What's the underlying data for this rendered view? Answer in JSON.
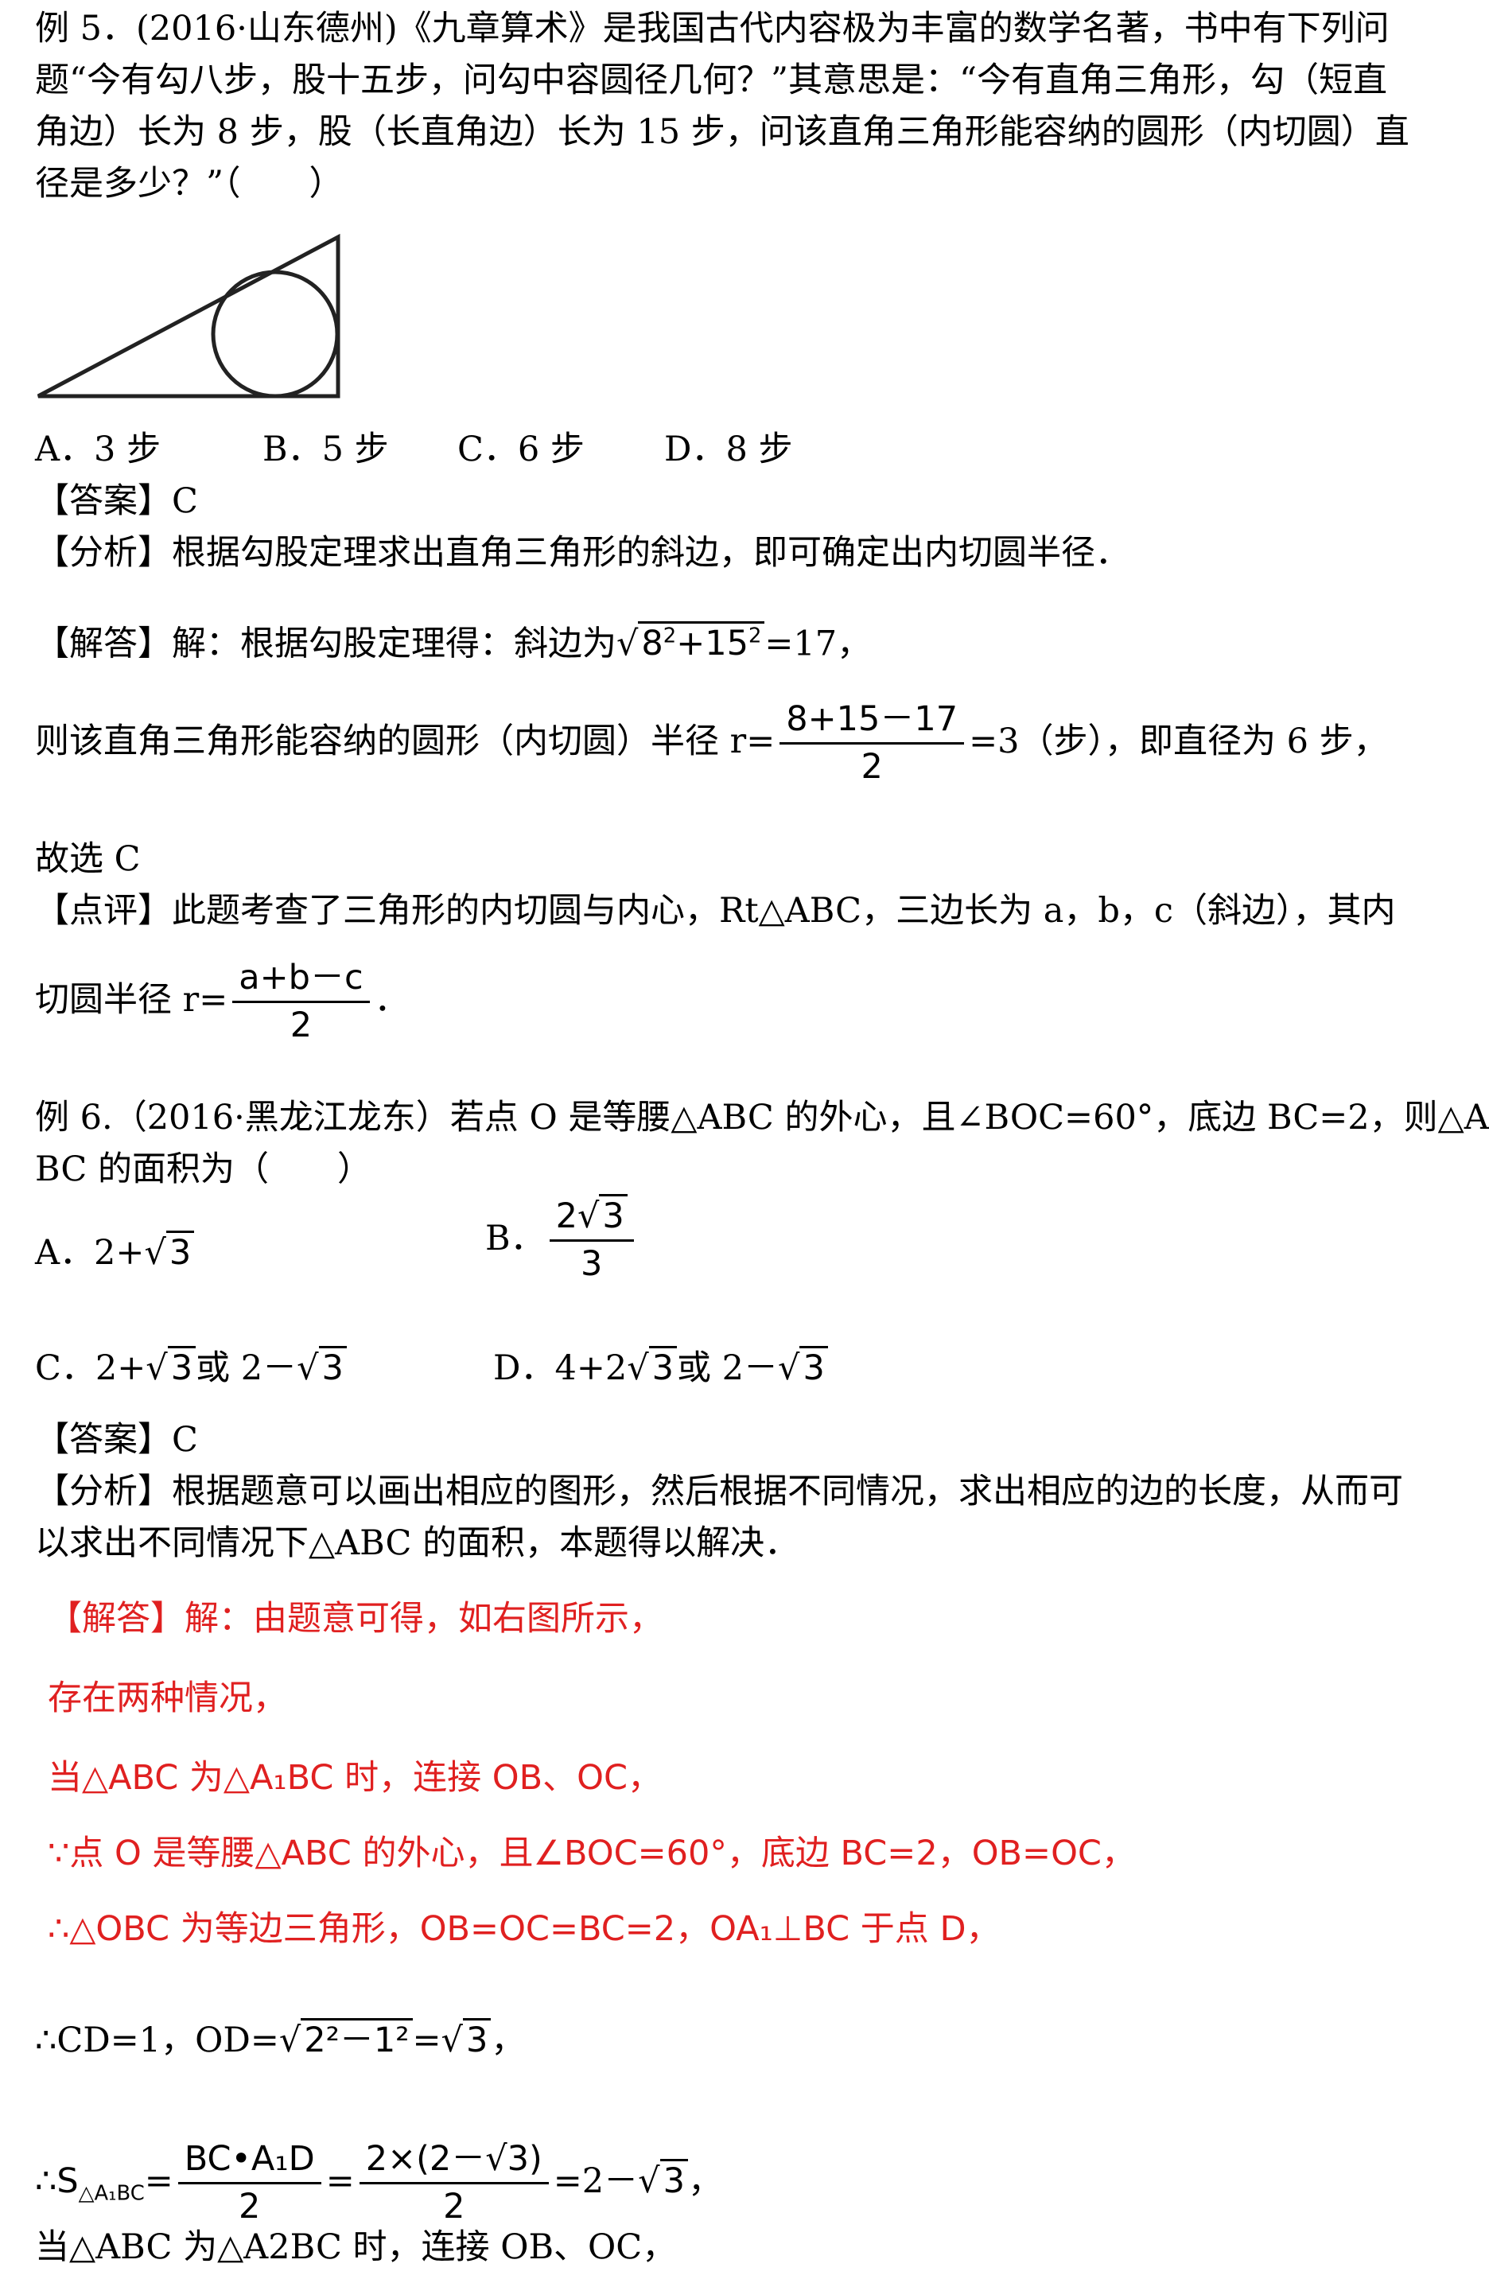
{
  "example5": {
    "line1": "例 5．(2016·山东德州)《九章算术》是我国古代内容极为丰富的数学名著，书中有下列问",
    "line2": "题“今有勾八步，股十五步，问勾中容圆径几何？”其意思是：“今有直角三角形，勾（短直",
    "line3": "角边）长为 8 步，股（长直角边）长为 15 步，问该直角三角形能容纳的圆形（内切圆）直",
    "line4": "径是多少？”（　　）",
    "options": [
      "A．3 步",
      "B．5 步",
      "C．6 步",
      "D．8 步"
    ],
    "answer": "【答案】C",
    "analysis": "【分析】根据勾股定理求出直角三角形的斜边，即可确定出内切圆半径．",
    "solution_prefix": "【解答】解：根据勾股定理得：斜边为",
    "solution_radicand_a": "8",
    "solution_radicand_b": "+15",
    "solution_suffix": "=17，",
    "radius_prefix": "则该直角三角形能容纳的圆形（内切圆）半径 r=",
    "radius_num": "8+15－17",
    "radius_den": "2",
    "radius_suffix": "=3（步），即直径为 6 步，",
    "choose": "故选 C",
    "comment": "【点评】此题考查了三角形的内切圆与内心，Rt△ABC，三边长为 a，b，c（斜边），其内",
    "comment2_prefix": "切圆半径 r=",
    "comment2_num": "a+b－c",
    "comment2_den": "2",
    "comment2_suffix": "．"
  },
  "example6": {
    "line1": "例 6.（2016·黑龙江龙东）若点 O 是等腰△ABC 的外心，且∠BOC=60°，底边 BC=2，则△A",
    "line2": "BC 的面积为（　　）",
    "optA_prefix": "A．2+",
    "optB_prefix": "B．",
    "optB_num_coef": "2",
    "optB_den": "3",
    "optC_prefix": "C．2+",
    "optC_mid": "或 2－",
    "optD_prefix": "D．4+2",
    "optD_mid": "或 2－",
    "radicand3": "3",
    "answer": "【答案】C",
    "analysis1": "【分析】根据题意可以画出相应的图形，然后根据不同情况，求出相应的边的长度，从而可",
    "analysis2": "以求出不同情况下△ABC 的面积，本题得以解决．",
    "red1": "【解答】解：由题意可得，如右图所示，",
    "red2": "存在两种情况，",
    "red3": "当△ABC 为△A₁BC 时，连接 OB、OC，",
    "red4": "∵点 O 是等腰△ABC 的外心，且∠BOC=60°，底边 BC=2，OB=OC，",
    "red5": "∴△OBC 为等边三角形，OB=OC=BC=2，OA₁⊥BC 于点 D，",
    "cd_prefix": "∴CD=1，OD=",
    "cd_radicand": "2²－1²",
    "cd_suffix": "=",
    "cd_suffix2": "，",
    "area_prefix": "∴",
    "area_symbol": "S",
    "area_sub": "△A₁BC",
    "area_num1": "BC•A₁D",
    "area_den1": "2",
    "area_num2": "2×(2－√3)",
    "area_den2": "2",
    "area_suffix": "=2－",
    "area_suffix2": "，",
    "last": "当△ABC 为△A2BC 时，连接 OB、OC，"
  }
}
